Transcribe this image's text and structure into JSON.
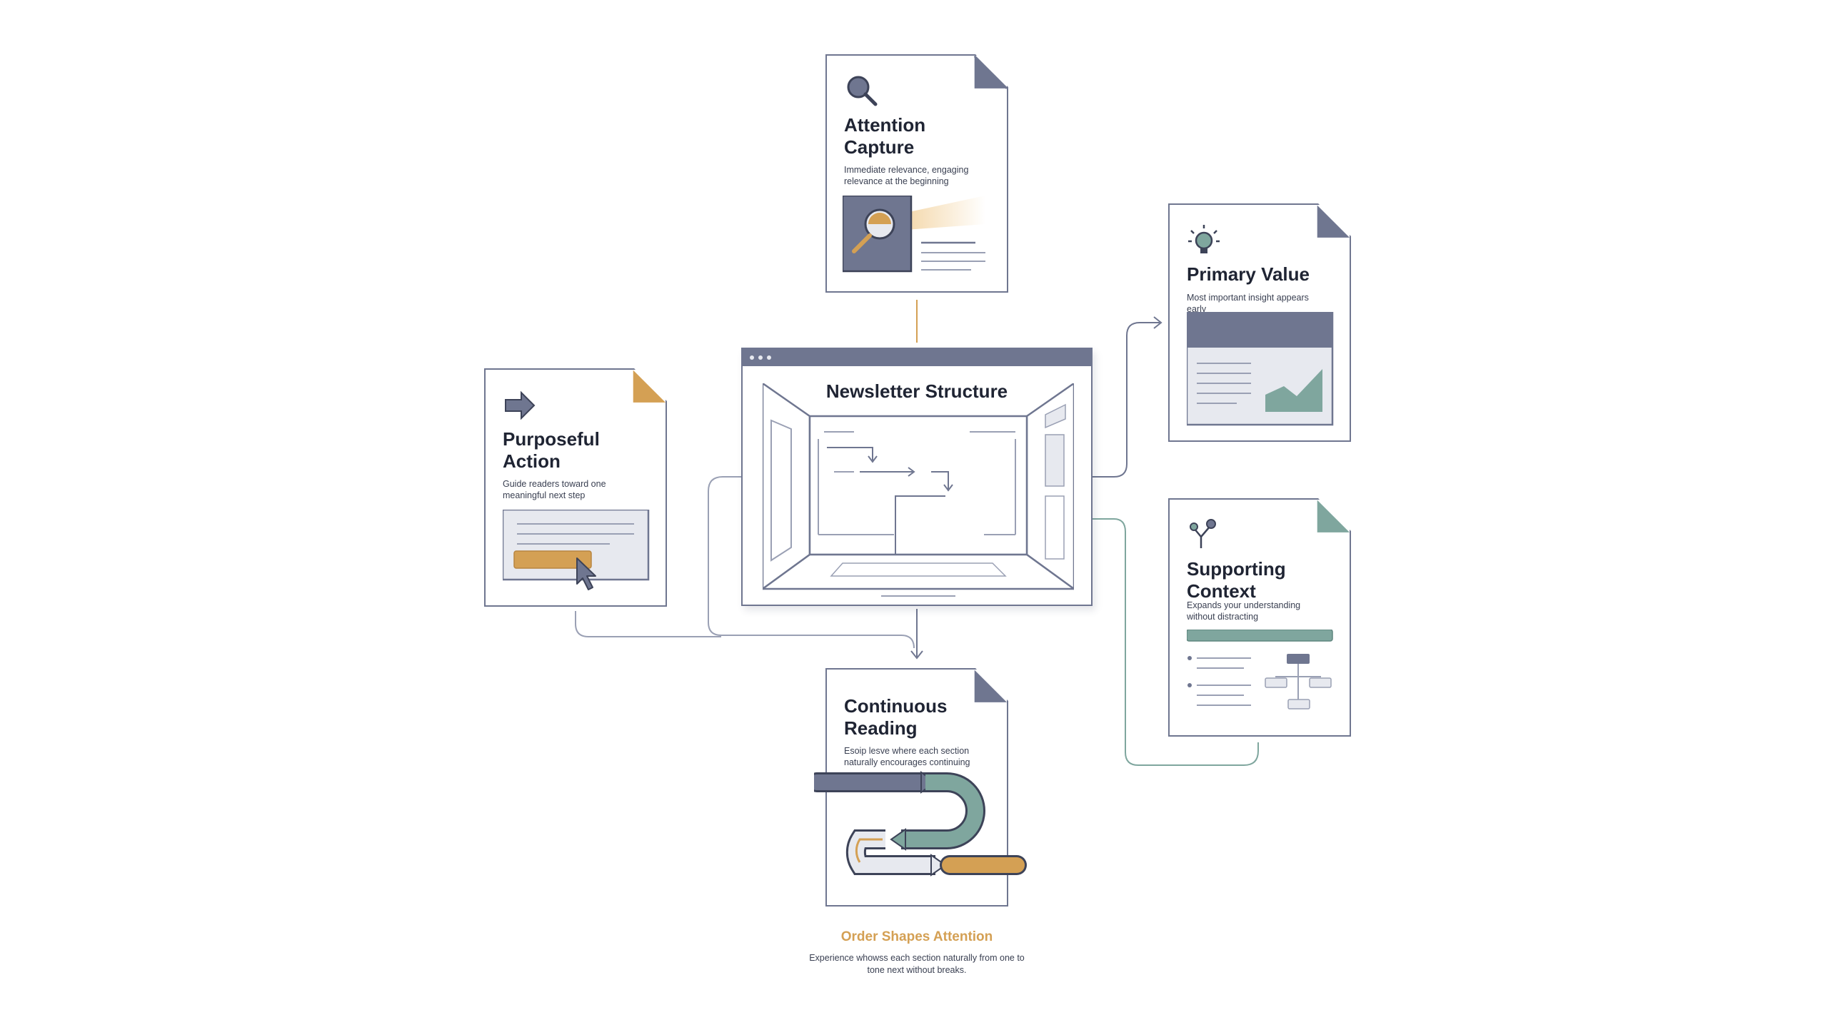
{
  "colors": {
    "slate": "#6f7690",
    "teal": "#7fa69e",
    "gold": "#d4a054",
    "light": "#e7e9ef",
    "text": "#1f2433"
  },
  "center": {
    "title": "Newsletter Structure"
  },
  "cards": {
    "attention": {
      "icon": "magnifier-icon",
      "title": "Attention Capture",
      "description": "Immediate relevance, engaging relevance at the beginning"
    },
    "primary": {
      "icon": "lightbulb-icon",
      "title": "Primary Value",
      "description": "Most important insight appears early"
    },
    "supporting": {
      "icon": "branch-icon",
      "title": "Supporting Context",
      "description": "Expands your understanding without distracting"
    },
    "purposeful": {
      "icon": "arrow-right-icon",
      "title": "Purposeful Action",
      "description": "Guide readers toward one meaningful next step"
    },
    "continuous": {
      "title": "Continuous Reading",
      "description": "Esoip lesve where each section naturally encourages continuing"
    }
  },
  "caption": {
    "title": "Order Shapes Attention",
    "body": "Experience whowss each section naturally from one to tone next without breaks."
  }
}
